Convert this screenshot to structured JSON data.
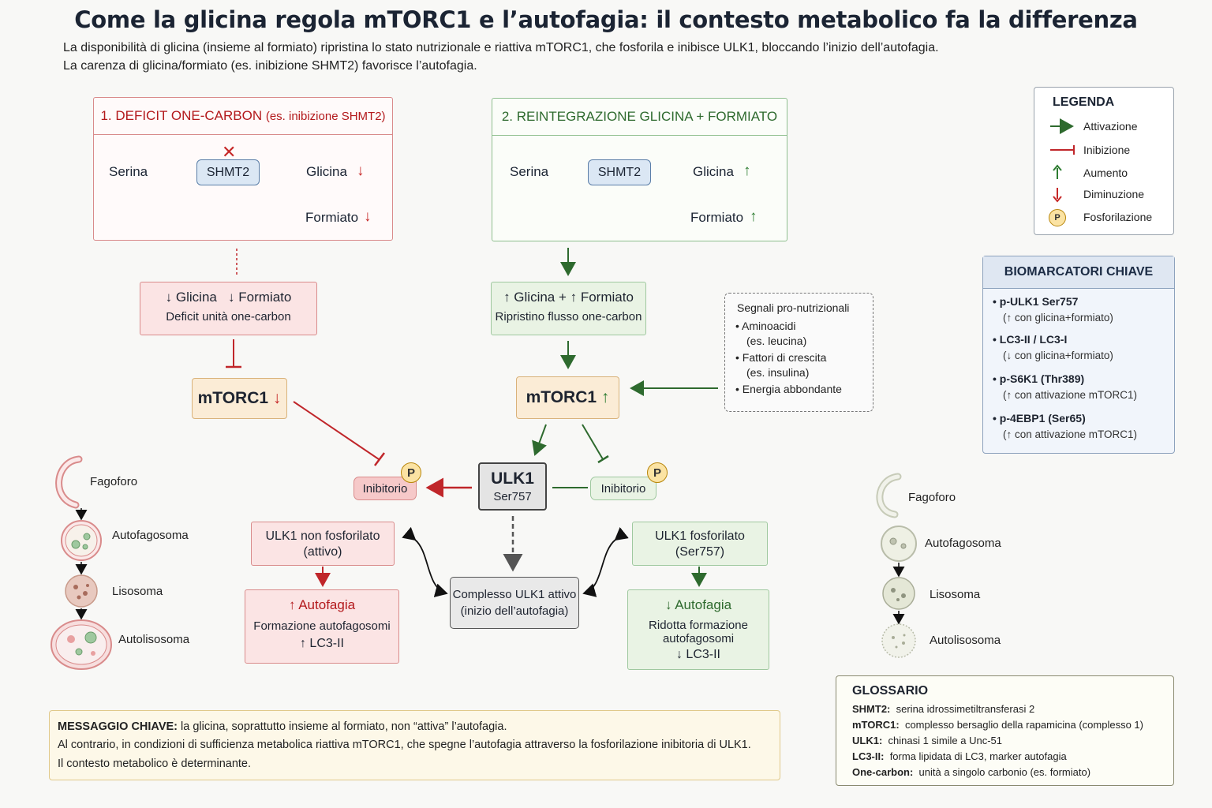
{
  "title": "Come la glicina regola mTORC1 e l’autofagia: il contesto metabolico fa la differenza",
  "subtitle": {
    "line1": "La disponibilità di glicina (insieme al formiato) ripristina lo stato nutrizionale e riattiva mTORC1, che fosforila e inibisce ULK1, bloccando l’inizio dell’autofagia.",
    "line2": "La carenza di glicina/formiato (es. inibizione SHMT2) favorisce l’autofagia."
  },
  "panel_deficit": {
    "title": "1. DEFICIT ONE-CARBON",
    "title_note": "(es. inibizione SHMT2)",
    "serina": "Serina",
    "shmt2": "SHMT2",
    "glicina": "Glicina",
    "formiato": "Formiato",
    "down": "↓",
    "blocked": "✕"
  },
  "panel_reint": {
    "title": "2. REINTEGRAZIONE GLICINA + FORMIATO",
    "serina": "Serina",
    "shmt2": "SHMT2",
    "glicina": "Glicina",
    "formiato": "Formiato",
    "up": "↑"
  },
  "deficit_box": {
    "line1a": "↓ Glicina",
    "line1b": "↓ Formiato",
    "line2": "Deficit unità one-carbon"
  },
  "reint_box": {
    "line1": "↑ Glicina + ↑ Formiato",
    "line2": "Ripristino flusso one-carbon"
  },
  "mtor_left": {
    "label": "mTORC1",
    "arrow": "↓"
  },
  "mtor_right": {
    "label": "mTORC1",
    "arrow": "↑"
  },
  "signals": {
    "title": "Segnali pro-nutrizionali",
    "items": [
      "• Aminoacidi",
      "(es. leucina)",
      "• Fattori di crescita",
      "(es. insulina)",
      "• Energia abbondante"
    ]
  },
  "ulk1": {
    "name": "ULK1",
    "site": "Ser757"
  },
  "inhib_left": {
    "label": "Inibitorio",
    "p": "P"
  },
  "inhib_right": {
    "label": "Inibitorio",
    "p": "P"
  },
  "ulk_nonphos": {
    "line1": "ULK1 non fosforilato",
    "line2": "(attivo)"
  },
  "ulk_phos": {
    "line1": "ULK1 fosforilato",
    "line2": "(Ser757)"
  },
  "complex": {
    "line1": "Complesso ULK1 attivo",
    "line2": "(inizio dell’autofagia)"
  },
  "auto_up": {
    "line1": "↑ Autofagia",
    "line2": "Formazione autofagosomi",
    "line3": "↑ LC3-II"
  },
  "auto_down": {
    "line1": "↓ Autofagia",
    "line2": "Ridotta formazione",
    "line2b": "autofagosomi",
    "line3": "↓ LC3-II"
  },
  "left_stages": [
    "Fagoforo",
    "Autofagosoma",
    "Lisosoma",
    "Autolisosoma"
  ],
  "right_stages": [
    "Fagoforo",
    "Autofagosoma",
    "Lisosoma",
    "Autolisosoma"
  ],
  "legend": {
    "title": "LEGENDA",
    "items": [
      "Attivazione",
      "Inibizione",
      "Aumento",
      "Diminuzione",
      "Fosforilazione"
    ],
    "p": "P"
  },
  "biomarkers": {
    "title": "BIOMARCATORI CHIAVE",
    "items": [
      {
        "name": "p-ULK1 Ser757",
        "note": "(↑ con glicina+formiato)"
      },
      {
        "name": "LC3-II / LC3-I",
        "note": "(↓ con glicina+formiato)"
      },
      {
        "name": "p-S6K1 (Thr389)",
        "note": "(↑ con attivazione mTORC1)"
      },
      {
        "name": "p-4EBP1 (Ser65)",
        "note": "(↑ con attivazione mTORC1)"
      }
    ]
  },
  "glossary": {
    "title": "GLOSSARIO",
    "items": [
      {
        "term": "SHMT2:",
        "def": "serina idrossimetiltransferasi 2"
      },
      {
        "term": "mTORC1:",
        "def": "complesso bersaglio della rapamicina (complesso 1)"
      },
      {
        "term": "ULK1:",
        "def": "chinasi 1 simile a Unc-51"
      },
      {
        "term": "LC3-II:",
        "def": "forma lipidata di LC3, marker autofagia"
      },
      {
        "term": "One-carbon:",
        "def": "unità a singolo carbonio (es. formiato)"
      }
    ]
  },
  "message": {
    "label": "MESSAGGIO CHIAVE:",
    "line1": "la glicina, soprattutto insieme al formiato, non “attiva” l’autofagia.",
    "line2": "Al contrario, in condizioni di sufficienza metabolica riattiva mTORC1, che spegne l’autofagia attraverso la fosforilazione inibitoria di ULK1.",
    "line3": "Il contesto metabolico è determinante."
  },
  "colors": {
    "activation": "#2e6a2e",
    "inhibition": "#c0262a",
    "up": "#2e7d32",
    "down": "#c62828"
  }
}
